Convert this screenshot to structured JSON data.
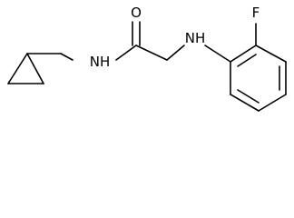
{
  "molecule": {
    "atoms": {
      "oxygen": "O",
      "amide_nitrogen": "NH",
      "amine_nitrogen": "NH",
      "fluorine": "F"
    }
  }
}
